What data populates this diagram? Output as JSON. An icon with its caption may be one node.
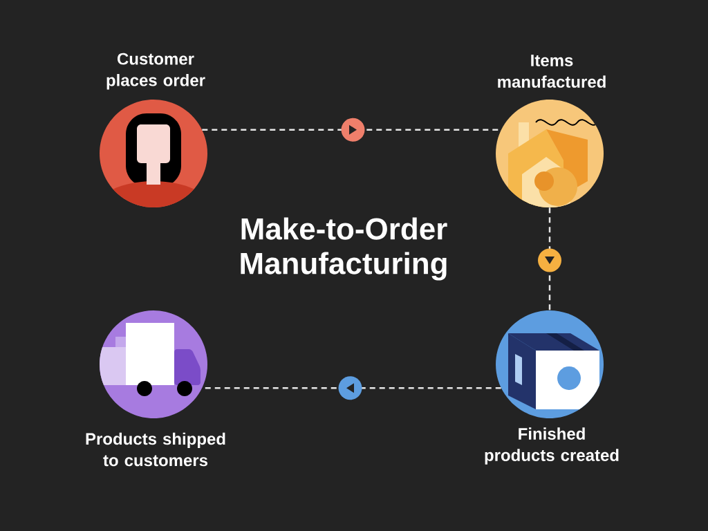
{
  "diagram": {
    "title": "Make-to-Order Manufacturing",
    "nodes": [
      {
        "text": [
          "Customer places order"
        ]
      },
      {
        "text": [
          "Items manufactured"
        ]
      },
      {
        "text": [
          "Products shipped to customers"
        ]
      },
      {
        "text": [
          "Finished products created"
        ]
      }
    ],
    "edges": [
      {
        "from": 0,
        "to": 1,
        "arrow": "to",
        "style": "dashed"
      },
      {
        "from": 1,
        "to": 3,
        "arrow": "to",
        "style": "dashed"
      },
      {
        "from": 3,
        "to": 2,
        "arrow": "to",
        "style": "dashed"
      }
    ]
  }
}
